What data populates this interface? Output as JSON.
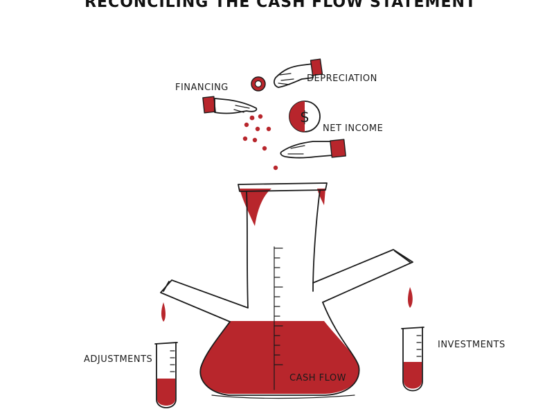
{
  "title": "RECONCILING THE CASH FLOW STATEMENT",
  "labels": {
    "financing": "FINANCING",
    "depreciation": "DEPRECIATION",
    "net_income": "NET INCOME",
    "adjustments": "ADJUSTMENTS",
    "investments": "INVESTMENTS",
    "cash_flow": "CASH FLOW"
  },
  "coin_symbol": "$",
  "colors": {
    "accent": "#b8262c",
    "ink": "#1a1a1a",
    "background": "#ffffff"
  }
}
